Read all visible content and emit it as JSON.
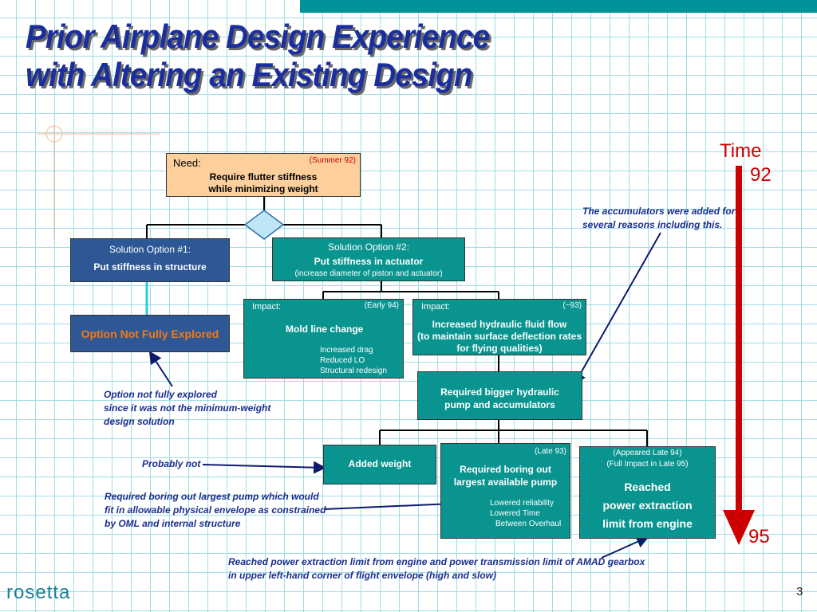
{
  "title": {
    "line1": "Prior Airplane Design Experience",
    "line2": "with Altering an Existing Design"
  },
  "timeline": {
    "label": "Time",
    "start": "92",
    "end": "95"
  },
  "need": {
    "label": "Need:",
    "date": "(Summer 92)",
    "line1": "Require flutter stiffness",
    "line2": "while minimizing weight"
  },
  "option1": {
    "header": "Solution Option #1:",
    "text": "Put stiffness in structure",
    "status": "Option Not Fully Explored"
  },
  "option2": {
    "header": "Solution Option #2:",
    "text": "Put stiffness in actuator",
    "sub": "(increase diameter of piston and actuator)"
  },
  "impact1": {
    "label": "Impact:",
    "date": "(Early 94)",
    "title": "Mold line change",
    "items": [
      "Increased drag",
      "Reduced LO",
      "Structural redesign"
    ]
  },
  "impact2": {
    "label": "Impact:",
    "date": "(~93)",
    "line1": "Increased hydraulic fluid flow",
    "line2": "(to maintain surface deflection rates",
    "line3": "for flying qualities)"
  },
  "bigger_pump": {
    "line1": "Required bigger hydraulic",
    "line2": "pump and accumulators"
  },
  "added_weight": {
    "text": "Added weight"
  },
  "boring": {
    "date": "(Late 93)",
    "line1": "Required boring out",
    "line2": "largest available pump",
    "items": [
      "Lowered reliability",
      "Lowered Time",
      "Between Overhaul"
    ]
  },
  "power": {
    "date1": "(Appeared Late 94)",
    "date2": "(Full Impact in Late 95)",
    "line1": "Reached",
    "line2": "power extraction",
    "line3": "limit from engine"
  },
  "annotations": {
    "accumulators": [
      "The accumulators were added for",
      "several reasons including this."
    ],
    "not_explored": [
      "Option not fully explored",
      "since it was not the minimum-weight",
      "design solution"
    ],
    "probably_not": "Probably not",
    "boring_note": [
      "Required boring out largest pump which would",
      "fit in allowable physical envelope as constrained",
      "by OML and internal structure"
    ],
    "power_note": [
      "Reached power extraction limit from engine and power transmission limit of AMAD gearbox",
      "in upper left-hand corner of flight envelope (high and slow)"
    ]
  },
  "footer": {
    "logo": "rosetta",
    "page": "3"
  },
  "colors": {
    "teal": "#0a948f",
    "navy": "#2e5796",
    "peach": "#fccf9c",
    "title": "#1a2e9e",
    "time_arrow": "#cc0000",
    "option_status": "#f07a1a"
  }
}
